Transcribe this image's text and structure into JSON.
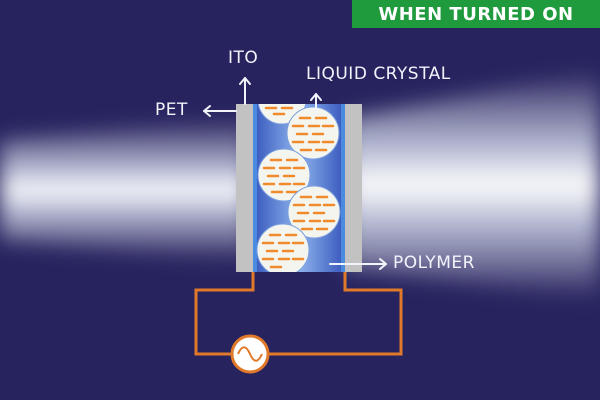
{
  "badge": "WHEN TURNED ON",
  "labels": {
    "ito": "ITO",
    "liquid_crystal": "LIQUID CRYSTAL",
    "pet": "PET",
    "polymer": "POLYMER"
  },
  "colors": {
    "background": "#27235f",
    "badge": "#1f9a3d",
    "circuit": "#e07a2a",
    "crystal_dash": "#f08a2a",
    "pet_panel": "#c2c2c2",
    "ito_layer": "#4a8be0",
    "light_beam": "#ffffff"
  },
  "icons": {
    "power_source": "ac-sine-icon"
  }
}
